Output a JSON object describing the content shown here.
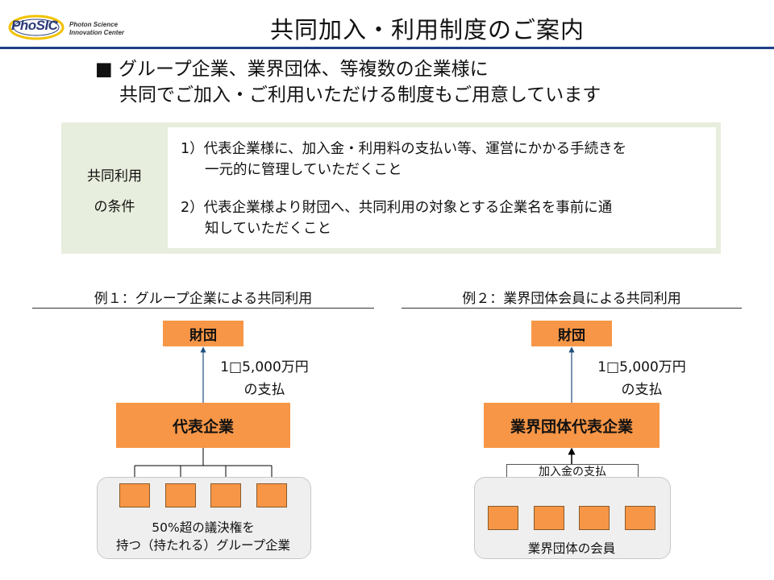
{
  "header": {
    "logo_text": "PhoSIC",
    "logo_sub1": "Photon Science",
    "logo_sub2": "Innovation Center",
    "title": "共同加入・利用制度のご案内"
  },
  "intro": {
    "line1": "■ グループ企業、業界団体、等複数の企業様に",
    "line2": "共同でご加入・ご利用いただける制度もご用意しています"
  },
  "conditions": {
    "label_line1": "共同利用",
    "label_line2": "の条件",
    "item1_line1": "1）代表企業様に、加入金・利用料の支払い等、運営にかかる手続きを",
    "item1_line2": "一元的に管理していただくこと",
    "item2_line1": "2）代表企業様より財団へ、共同利用の対象とする企業名を事前に通",
    "item2_line2": "知していただくこと"
  },
  "example1": {
    "title": "例１：グループ企業による共同利用",
    "foundation": "財団",
    "payment_line1": "1□5,000万円",
    "payment_line2": "の支払",
    "representative": "代表企業",
    "group_line1": "50%超の議決権を",
    "group_line2": "持つ（持たれる）グループ企業"
  },
  "example2": {
    "title": "例２：業界団体会員による共同利用",
    "foundation": "財団",
    "payment_line1": "1□5,000万円",
    "payment_line2": "の支払",
    "representative": "業界団体代表企業",
    "fee_label": "加入金の支払",
    "group_label": "業界団体の会員"
  },
  "colors": {
    "accent_orange": "#f79646",
    "title_rule": "#1f3f86",
    "condition_bg": "#e8eedd",
    "arrow_blue": "#1f4e79"
  }
}
